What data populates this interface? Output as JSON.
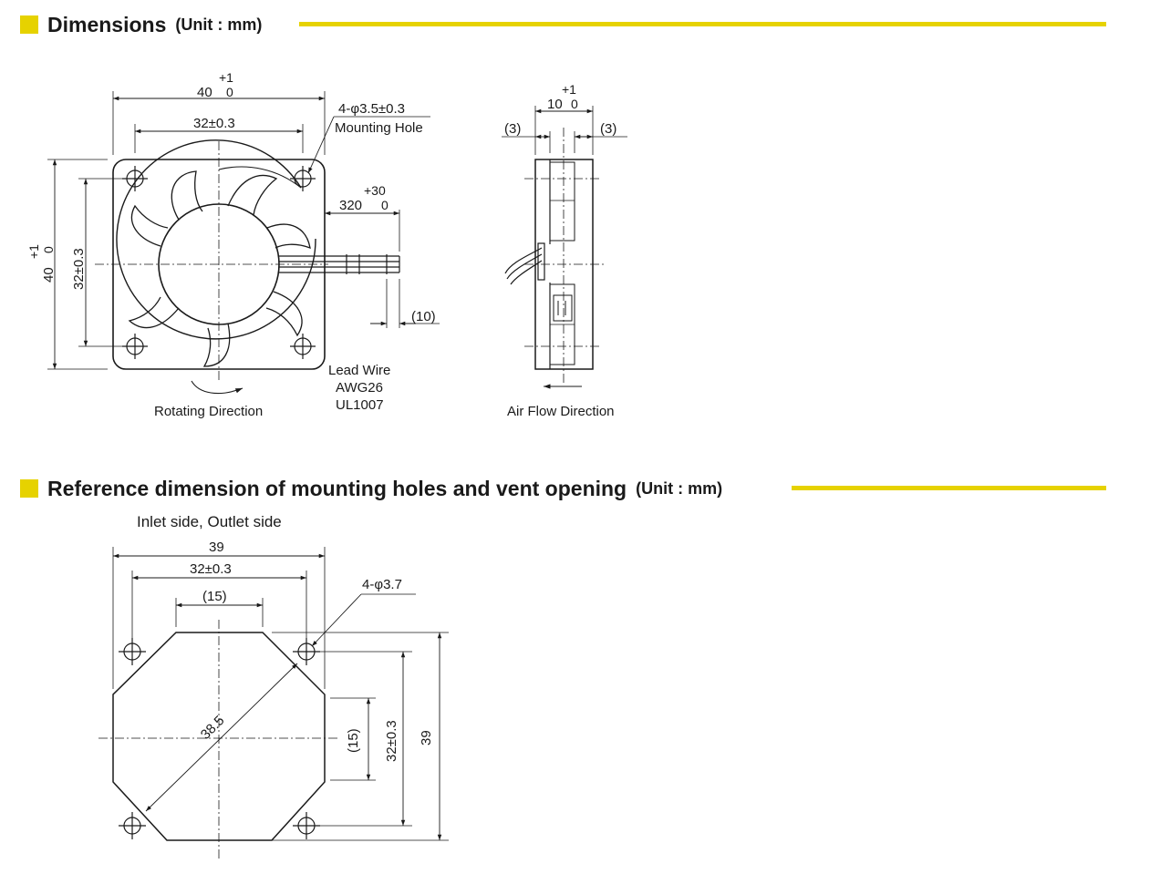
{
  "section1": {
    "title": "Dimensions",
    "unit": "(Unit : mm)"
  },
  "section2": {
    "title": "Reference dimension of mounting holes and vent opening",
    "unit": "(Unit : mm)"
  },
  "front_view": {
    "width_nominal": "40",
    "width_tol_upper": "+1",
    "width_tol_lower": "0",
    "hole_pitch": "32±0.3",
    "height_nominal": "40",
    "height_tol_upper": "+1",
    "height_tol_lower": "0",
    "hole_pitch_v": "32±0.3",
    "mounting_hole_spec": "4-φ3.5±0.3",
    "mounting_hole_label": "Mounting Hole",
    "lead_length": "320",
    "lead_tol_upper": "+30",
    "lead_tol_lower": "0",
    "strip_length": "(10)",
    "lead_wire_label": "Lead Wire",
    "lead_wire_awg": "AWG26",
    "lead_wire_ul": "UL1007",
    "rotating_direction": "Rotating Direction"
  },
  "side_view": {
    "thickness_nominal": "10",
    "thickness_tol_upper": "+1",
    "thickness_tol_lower": "0",
    "left_ref": "(3)",
    "right_ref": "(3)",
    "air_flow_direction": "Air Flow Direction"
  },
  "reference_view": {
    "subtitle": "Inlet side, Outlet side",
    "overall_width": "39",
    "hole_pitch": "32±0.3",
    "vent_flat": "(15)",
    "hole_spec": "4-φ3.7",
    "diagonal": "38.5",
    "vent_flat_v": "(15)",
    "hole_pitch_v": "32±0.3",
    "overall_height": "39"
  }
}
